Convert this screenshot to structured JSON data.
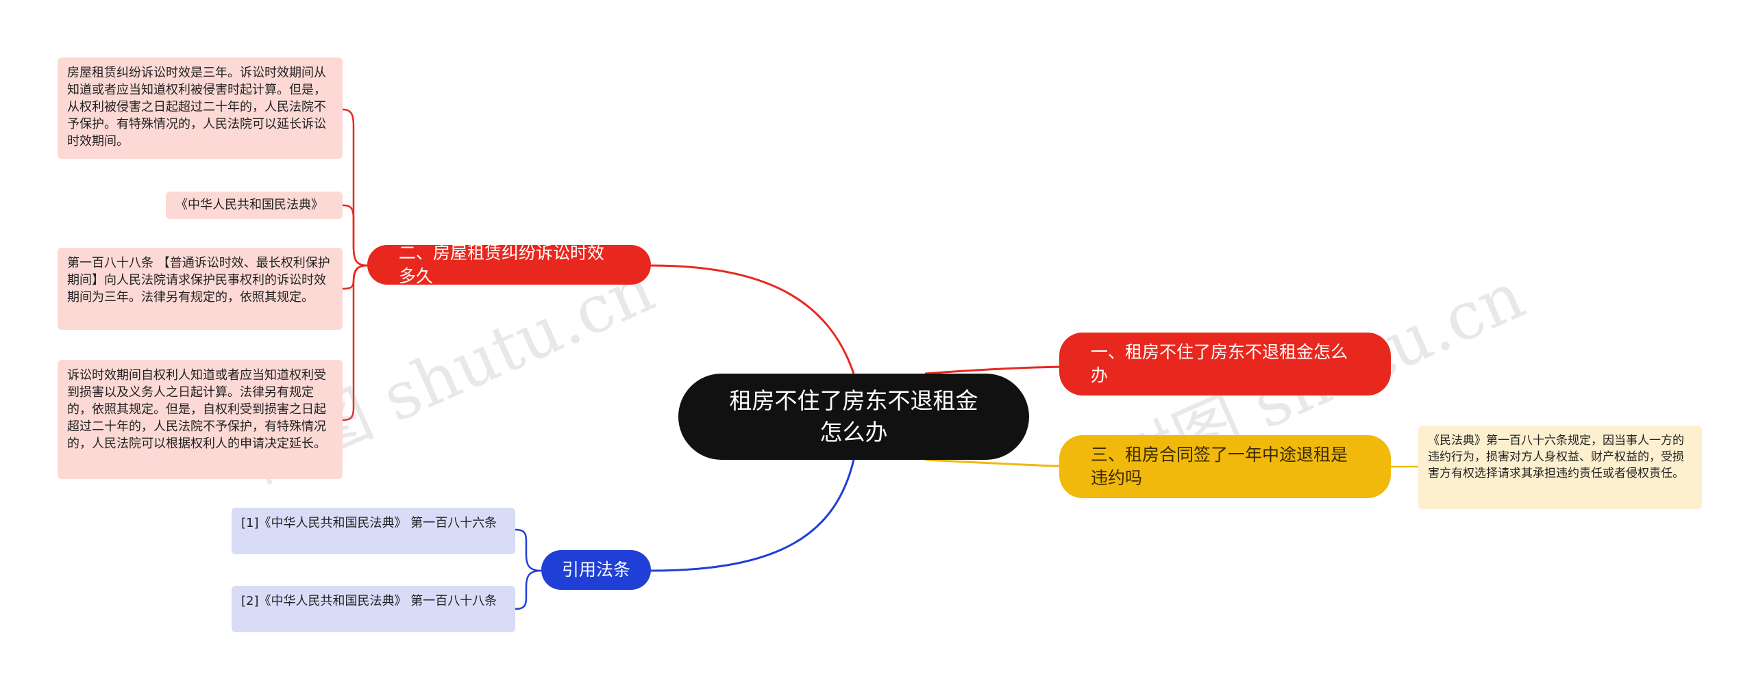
{
  "root": {
    "label": "租房不住了房东不退租金怎么办"
  },
  "branches": {
    "b1": {
      "label": "一、租房不住了房东不退租金怎么办",
      "color": "#e8281e"
    },
    "b2": {
      "label": "二、房屋租赁纠纷诉讼时效多久",
      "color": "#e8281e"
    },
    "b3": {
      "label": "三、租房合同签了一年中途退租是违约吗",
      "color": "#f0b90b"
    },
    "b4": {
      "label": "引用法条",
      "color": "#1f3fd6"
    }
  },
  "leaves": {
    "l1": "房屋租赁纠纷诉讼时效是三年。诉讼时效期间从知道或者应当知道权利被侵害时起计算。但是，从权利被侵害之日起超过二十年的，人民法院不予保护。有特殊情况的，人民法院可以延长诉讼时效期间。",
    "l2": "《中华人民共和国民法典》",
    "l3": "第一百八十八条 【普通诉讼时效、最长权利保护期间】向人民法院请求保护民事权利的诉讼时效期间为三年。法律另有规定的，依照其规定。",
    "l4": "诉讼时效期间自权利人知道或者应当知道权利受到损害以及义务人之日起计算。法律另有规定的，依照其规定。但是，自权利受到损害之日起超过二十年的，人民法院不予保护，有特殊情况的，人民法院可以根据权利人的申请决定延长。",
    "l5": "[1]《中华人民共和国民法典》 第一百八十六条",
    "l6": "[2]《中华人民共和国民法典》 第一百八十八条",
    "l7": "《民法典》第一百八十六条规定，因当事人一方的违约行为，损害对方人身权益、财产权益的，受损害方有权选择请求其承担违约责任或者侵权责任。"
  },
  "watermark": {
    "text1": "树图 shutu.cn",
    "text2": "树图 shutu.cn"
  }
}
